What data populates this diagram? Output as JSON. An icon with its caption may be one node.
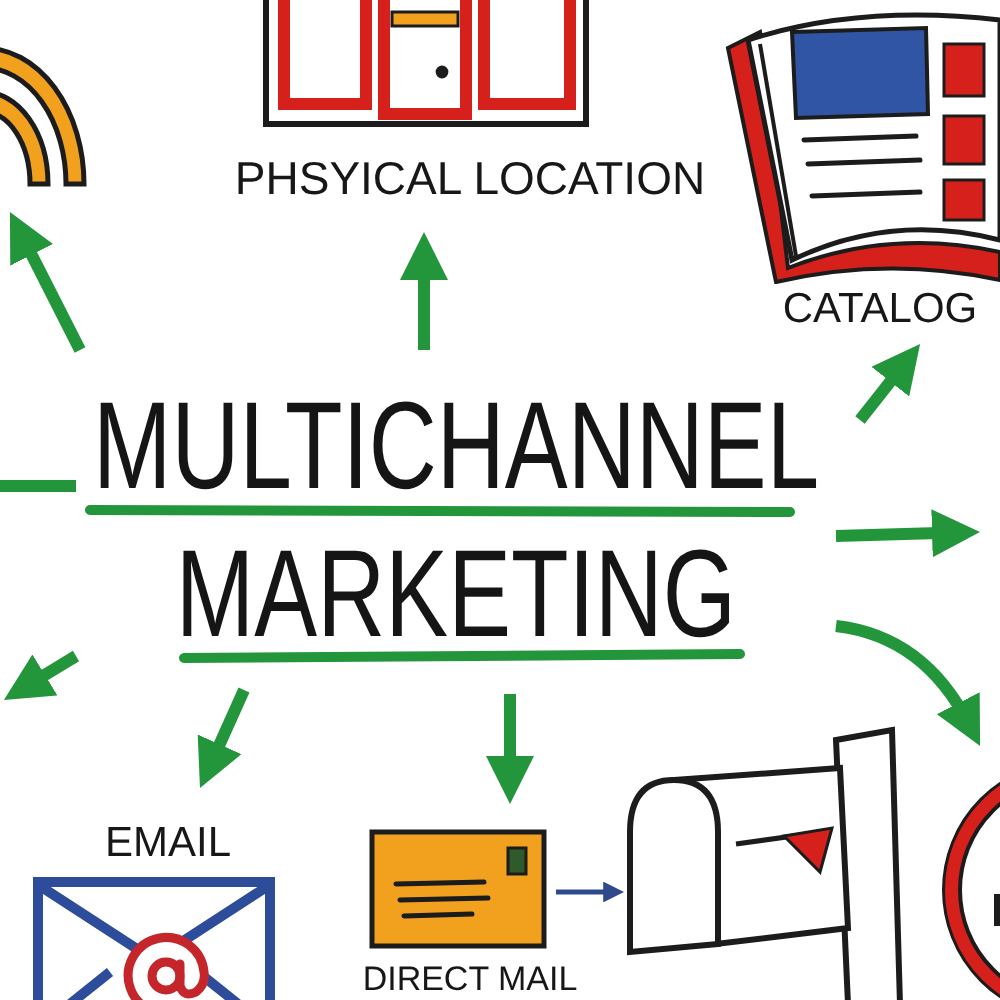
{
  "diagram": {
    "nodes": [
      {
        "text": [],
        "shape": "picture"
      },
      {
        "text": [
          "PHSYICAL LOCATION"
        ]
      },
      {
        "text": [
          "CATALOG"
        ]
      },
      {
        "text": [
          "MULTICHANNEL MARKETING"
        ]
      },
      {
        "text": [
          "EMAIL"
        ]
      },
      {
        "text": [],
        "shape": "picture"
      },
      {
        "text": [],
        "shape": "picture"
      },
      {
        "text": [],
        "shape": "circle"
      }
    ],
    "edges": [
      {
        "from": 3,
        "to": 0,
        "arrow": "to"
      },
      {
        "from": 3,
        "to": 1,
        "arrow": "to"
      },
      {
        "from": 3,
        "to": 2,
        "arrow": "to"
      },
      {
        "from": 3,
        "to": null,
        "arrow": "to"
      },
      {
        "from": 3,
        "to": 7,
        "arrow": "to"
      },
      {
        "from": 3,
        "to": 5,
        "arrow": "to"
      },
      {
        "from": 3,
        "to": 4,
        "arrow": "to"
      },
      {
        "from": 3,
        "to": null,
        "arrow": "to"
      },
      {
        "from": 3,
        "to": null,
        "arrow": "none"
      },
      {
        "from": 5,
        "to": 6,
        "arrow": "to",
        "color": "#2e4a8c"
      }
    ],
    "labels": [
      "DIRECT MAIL"
    ]
  }
}
